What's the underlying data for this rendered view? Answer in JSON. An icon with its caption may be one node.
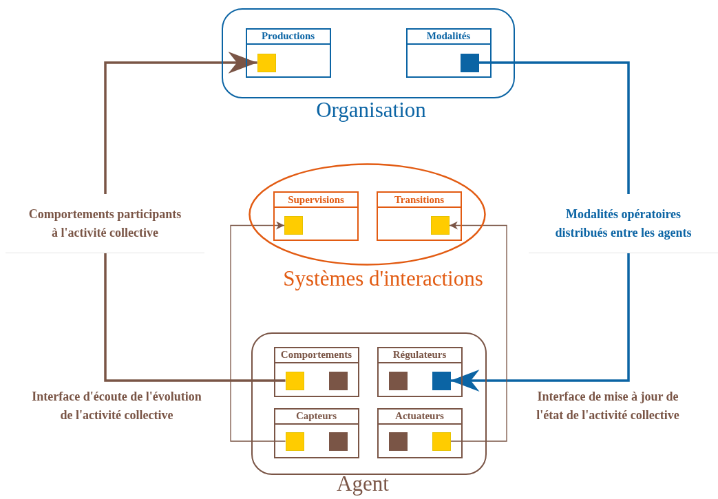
{
  "diagram": {
    "nodes": [
      {
        "text": [
          "Organisation"
        ]
      },
      {
        "text": [
          "Productions"
        ],
        "in": 0
      },
      {
        "text": [],
        "shape": "box",
        "in": 1
      },
      {
        "text": [
          "Modalités"
        ],
        "in": 0
      },
      {
        "text": [],
        "shape": "box",
        "in": 3
      },
      {
        "text": [
          "Systèmes d'interactions"
        ]
      },
      {
        "text": [
          "Supervisions"
        ],
        "in": 5
      },
      {
        "text": [],
        "shape": "box",
        "in": 6
      },
      {
        "text": [
          "Transitions"
        ],
        "in": 5
      },
      {
        "text": [],
        "shape": "box",
        "in": 8
      },
      {
        "text": [
          "Agent"
        ]
      },
      {
        "text": [
          "Comportements"
        ],
        "in": 10
      },
      {
        "text": [],
        "shape": "box",
        "in": 11
      },
      {
        "text": [],
        "shape": "box",
        "in": 11
      },
      {
        "text": [
          "Régulateurs"
        ],
        "in": 10
      },
      {
        "text": [],
        "shape": "box",
        "in": 14
      },
      {
        "text": [],
        "shape": "box",
        "in": 14
      },
      {
        "text": [
          "Capteurs"
        ],
        "in": 10
      },
      {
        "text": [],
        "shape": "box",
        "in": 17
      },
      {
        "text": [],
        "shape": "box",
        "in": 17
      },
      {
        "text": [
          "Actuateurs"
        ],
        "in": 10
      },
      {
        "text": [],
        "shape": "box",
        "in": 20
      },
      {
        "text": [],
        "shape": "box",
        "in": 20
      }
    ],
    "edges": [
      {
        "from": 12,
        "to": 2,
        "arrow": "to",
        "label": "Comportements participants à l'activité collective",
        "style": "thick"
      },
      {
        "from": 4,
        "to": 16,
        "arrow": "to",
        "label": "Modalités opératoires distribués entre les agents",
        "style": "thick",
        "color": "#0b64a4"
      },
      {
        "from": 18,
        "to": 7,
        "arrow": "to"
      },
      {
        "from": 22,
        "to": 9,
        "arrow": "to"
      }
    ],
    "labels": [
      "Interface d'écoute de l'évolution de l'activité collective",
      "Interface de mise à jour de l'état de l'activité collective"
    ]
  }
}
